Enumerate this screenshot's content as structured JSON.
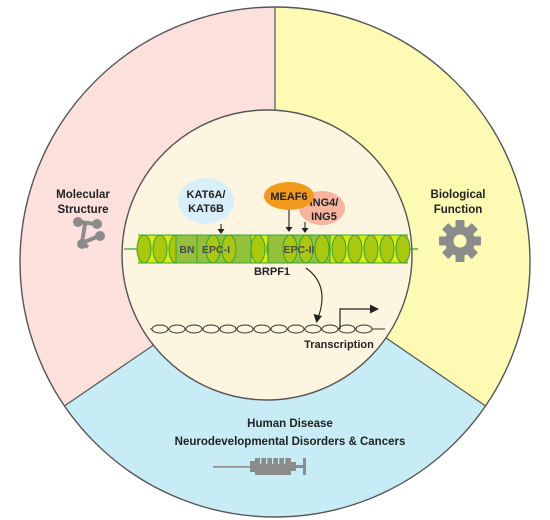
{
  "sectors": {
    "molecular": {
      "line1": "Molecular",
      "line2": "Structure",
      "color": "#fbe0dc",
      "icon": "molecule-icon"
    },
    "biological": {
      "line1": "Biological",
      "line2": "Function",
      "color": "#fdfbb3",
      "icon": "gear-icon"
    },
    "disease": {
      "line1": "Human Disease",
      "line2": "Neurodevelopmental Disorders & Cancers",
      "color": "#c7ecf6",
      "icon": "syringe-icon"
    }
  },
  "center": {
    "background": "#fdf5e0",
    "protein_name": "BRPF1",
    "domain_bn": "BN",
    "domain_epc1": "EPC-I",
    "domain_epc2": "EPC-II",
    "partner1_line1": "KAT6A/",
    "partner1_line2": "KAT6B",
    "partner2": "MEAF6",
    "partner3_line1": "ING4/",
    "partner3_line2": "ING5",
    "transcription": "Transcription"
  },
  "colors": {
    "helix_fill": "#d6ea10",
    "helix_dark": "#a9c80e",
    "helix_stroke": "#3aa335",
    "domain_box": "#93c13c",
    "kat_bubble": "#d8effa",
    "meaf6": "#f29a1c",
    "ing": "#f7b5a0",
    "icon_grey": "#8c8c8c"
  }
}
